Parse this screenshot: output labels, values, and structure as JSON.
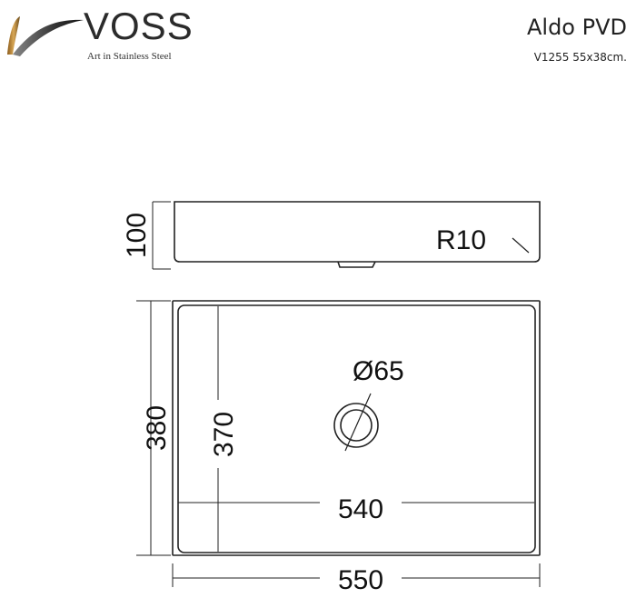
{
  "brand": {
    "name": "VOSS",
    "tagline": "Art in Stainless Steel",
    "colors": {
      "swoosh_gold": "#a07a2a",
      "swoosh_dark": "#3a3a3a"
    }
  },
  "product": {
    "name": "Aldo PVD",
    "code": "V1255 55x38cm."
  },
  "drawing": {
    "side_view": {
      "height_label": "100",
      "radius_label": "R10"
    },
    "top_view": {
      "outer_depth_label": "380",
      "inner_depth_label": "370",
      "drain_label": "Ø65",
      "inner_width_label": "540",
      "outer_width_label": "550"
    }
  }
}
